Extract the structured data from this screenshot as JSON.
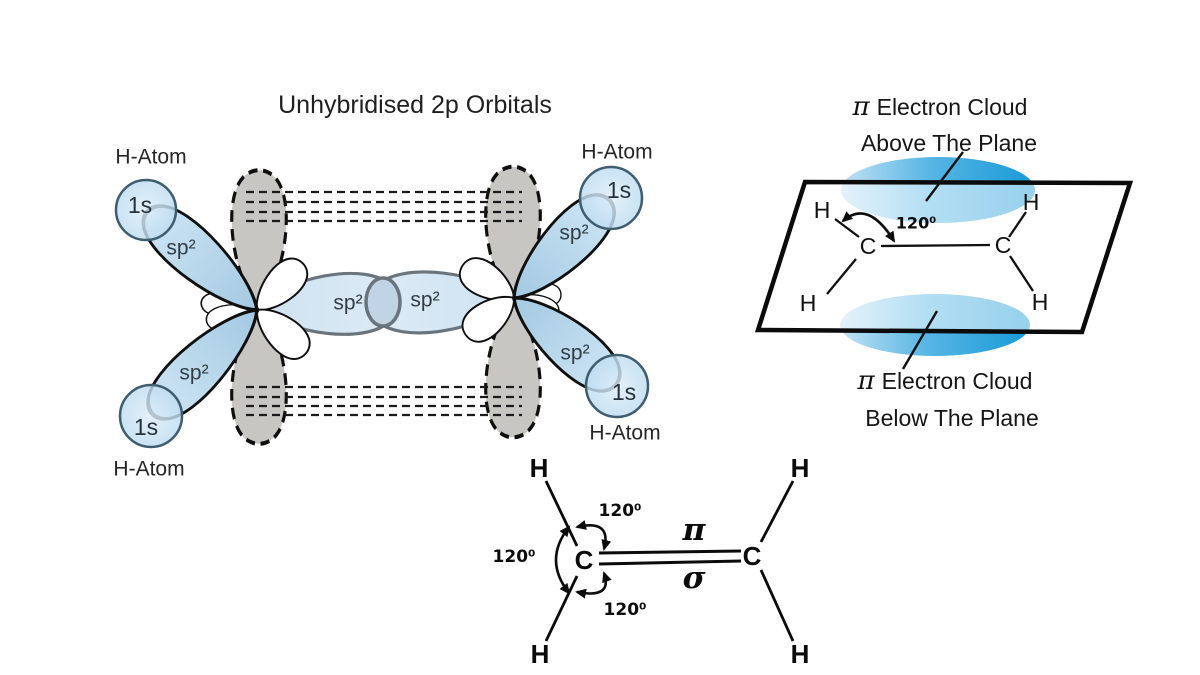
{
  "title": "Unhybridised 2p Orbitals",
  "orbital": {
    "h_atom": "H-Atom",
    "one_s": "1s",
    "sp2": "sp²"
  },
  "plane": {
    "pi": "π",
    "electron_cloud": "Electron Cloud",
    "above": "Above The Plane",
    "below": "Below The Plane",
    "angle": "120⁰",
    "carbon": "C",
    "hydrogen": "H"
  },
  "structure": {
    "carbon": "C",
    "hydrogen": "H",
    "pi": "π",
    "sigma": "σ",
    "angle": "120⁰"
  },
  "colors": {
    "sp2_lobe_blue": "#b9d8ec",
    "sp2_bond_lobe_blue": "#d7e8f4",
    "overlap_blue": "#c0d4e6",
    "p_orbital_gray": "#c8c6c3",
    "hydrogen_circle_blue": "#cde4f4",
    "cloud_deep_blue": "#1899d6",
    "cloud_light_blue": "#c2e2f4",
    "outline_black": "#0f0f0f",
    "text_dark": "#1e1e1e"
  }
}
